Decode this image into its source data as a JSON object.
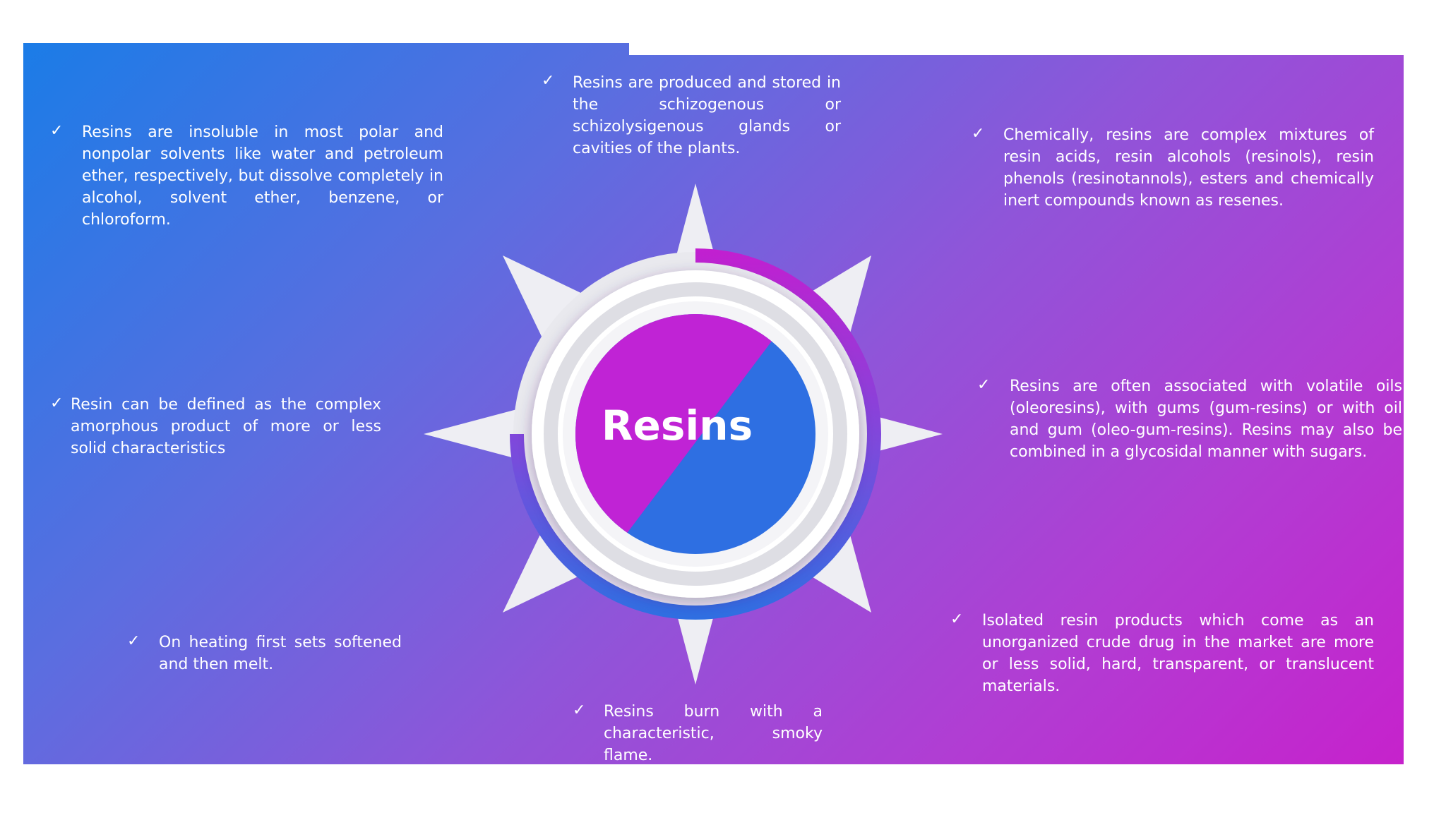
{
  "hub": {
    "title": "Resins",
    "colors": {
      "magenta": "#c023d5",
      "blue": "#2e6fe2",
      "ring": "#ffffff",
      "star": "#eeeef3"
    }
  },
  "facts": [
    {
      "id": "insolubility",
      "check": "✓",
      "text": "Resins are insoluble in most polar and nonpolar solvents like water and petroleum ether, respectively, but dissolve completely in alcohol, solvent ether, benzene, or chloroform."
    },
    {
      "id": "storage",
      "check": "✓",
      "text": "Resins are produced and stored in the schizogenous or schizolysigenous glands or cavities of the plants."
    },
    {
      "id": "chemistry",
      "check": "✓",
      "text": "Chemically, resins are complex mixtures of resin acids, resin alcohols (resinols), resin phenols (resinotannols), esters and chemically inert compounds known as resenes."
    },
    {
      "id": "definition",
      "check": "✓",
      "text": "Resin can be defined as the complex amorphous product of more or less solid characteristics"
    },
    {
      "id": "association",
      "check": "✓",
      "text": "Resins are often associated with volatile oils (oleoresins), with gums (gum-resins) or with oil and gum (oleo-gum-resins). Resins may also be combined in a glycosidal manner with sugars."
    },
    {
      "id": "heating",
      "check": "✓",
      "text": "On heating first sets softened and then melt."
    },
    {
      "id": "isolated",
      "check": "✓",
      "text": "Isolated resin products which come as an unorganized crude drug in the market are more or less solid, hard, transparent, or translucent materials."
    },
    {
      "id": "burning",
      "check": "✓",
      "text": "Resins burn with a characteristic, smoky flame."
    }
  ]
}
